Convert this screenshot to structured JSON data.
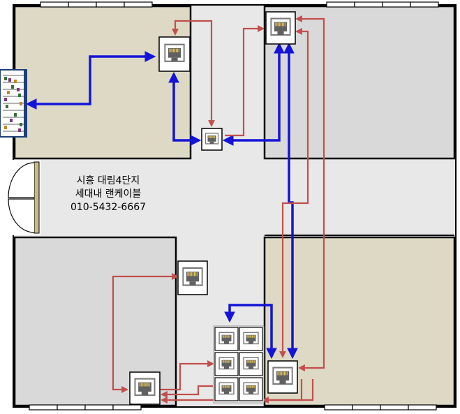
{
  "caption": {
    "line1": "시흥 대림4단지",
    "line2": "세대내 랜케이블",
    "line3": "010-5432-6667"
  },
  "colors": {
    "blue_cable": "#1414d8",
    "red_cable": "#c0504d",
    "room_beige": "#ddd9c4",
    "room_gray": "#d9d9d9",
    "hall": "#e8e8e8"
  }
}
